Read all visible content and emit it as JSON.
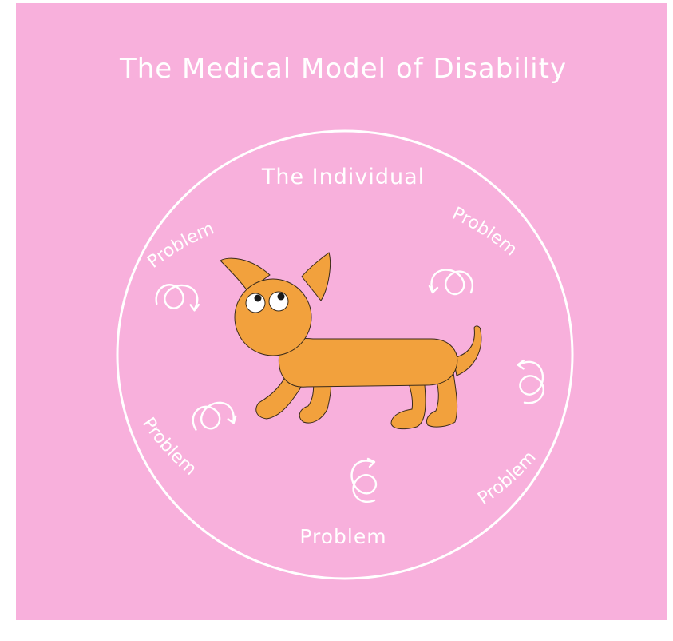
{
  "title": "The Medical Model of Disability",
  "center_label": "The Individual",
  "problem_labels": [
    "Problem",
    "Problem",
    "Problem",
    "Problem",
    "Problem"
  ],
  "colors": {
    "background": "#f8b0dc",
    "lines": "#ffffff",
    "dog": "#f2a13d"
  },
  "icons": [
    "loop-arrow-icon",
    "loop-arrow-icon",
    "loop-arrow-icon",
    "loop-arrow-icon",
    "loop-arrow-icon"
  ]
}
